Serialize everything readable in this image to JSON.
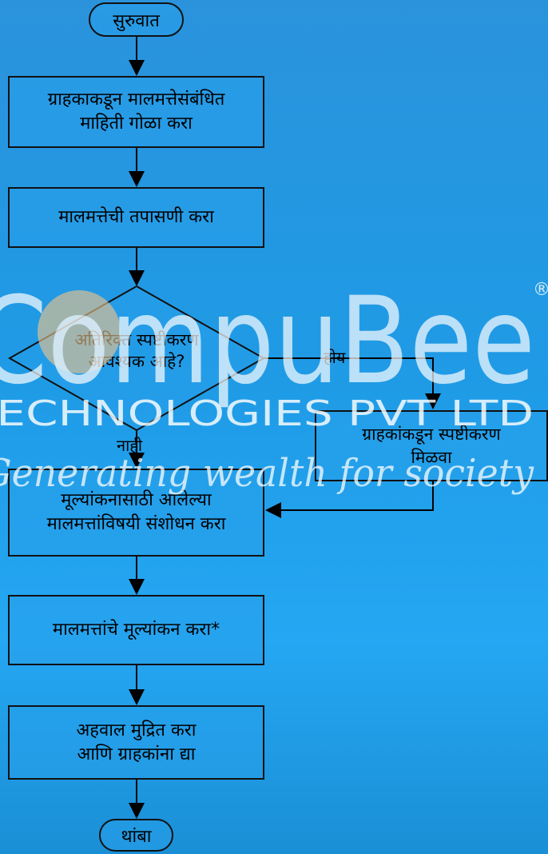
{
  "flowchart": {
    "start": "सुरुवात",
    "step1": "ग्राहकाकडून मालमत्तेसंबंधित\nमाहिती गोळा करा",
    "step2": "मालमत्तेची तपासणी करा",
    "decision": "अतिरिक्त स्पष्टीकरण\nआवश्यक आहे?",
    "yes_label": "होय",
    "no_label": "नाही",
    "side_step": "ग्राहकांकडून स्पष्टीकरण\nमिळवा",
    "step3": "मूल्यांकनासाठी आलेल्या\nमालमत्तांविषयी संशोधन करा",
    "step4": "मालमत्तांचे मूल्यांकन करा*",
    "step5": "अहवाल मुद्रित करा\nआणि ग्राहकांना द्या",
    "end": "थांबा"
  },
  "watermark": {
    "brand": "CompuBee",
    "registered": "®",
    "company": "TECHNOLOGIES PVT LTD",
    "tagline": "Generating wealth for society"
  },
  "colors": {
    "background": "#1f9be6",
    "box_border": "#111111",
    "watermark": "#ffffff"
  }
}
